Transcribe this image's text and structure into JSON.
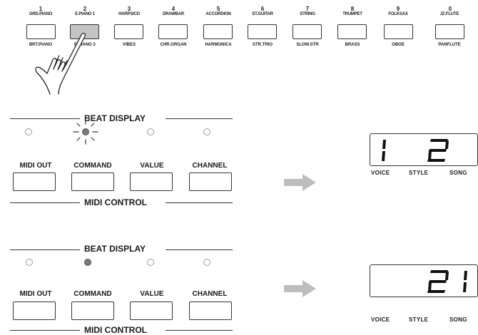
{
  "voices": [
    {
      "num": "1",
      "top": "GRD.PIANO",
      "bottom": "BRT.PIANO"
    },
    {
      "num": "2",
      "top": "E.PIANO 1",
      "bottom": "E.PIANO 2"
    },
    {
      "num": "3",
      "top": "HARPSICD",
      "bottom": "VIBES"
    },
    {
      "num": "4",
      "top": "DRAWBAR",
      "bottom": "CHR.ORGAN"
    },
    {
      "num": "5",
      "top": "ACCORDION",
      "bottom": "HARMONICA"
    },
    {
      "num": "6",
      "top": "ST.GUITAR",
      "bottom": "STR.TRIO"
    },
    {
      "num": "7",
      "top": "STRING",
      "bottom": "SLOW.STR"
    },
    {
      "num": "8",
      "top": "TRUMPET",
      "bottom": "BRASS"
    },
    {
      "num": "9",
      "top": "FOLKSAX",
      "bottom": "OBOE"
    },
    {
      "num": "0",
      "top": "JZ.FLUTE",
      "bottom": "PANFLUTE"
    }
  ],
  "pressed_voice_index": 1,
  "panels": [
    {
      "beat_display": "BEAT DISPLAY",
      "midi_control": "MIDI CONTROL",
      "buttons": [
        "MIDI OUT",
        "COMMAND",
        "VALUE",
        "CHANNEL"
      ],
      "lit_led_index": 1,
      "led_flashing": true,
      "lcd": {
        "digits": "12",
        "labels": [
          "VOICE",
          "STYLE",
          "SONG"
        ]
      }
    },
    {
      "beat_display": "BEAT DISPLAY",
      "midi_control": "MIDI CONTROL",
      "buttons": [
        "MIDI OUT",
        "COMMAND",
        "VALUE",
        "CHANNEL"
      ],
      "lit_led_index": 1,
      "led_flashing": false,
      "lcd": {
        "digits": "21",
        "labels": [
          "VOICE",
          "STYLE",
          "SONG"
        ]
      }
    }
  ],
  "colors": {
    "line": "#333333",
    "lit_led": "#7a7a7a",
    "pressed_key": "#c4c4c4",
    "arrow": "#bdbdbd"
  }
}
